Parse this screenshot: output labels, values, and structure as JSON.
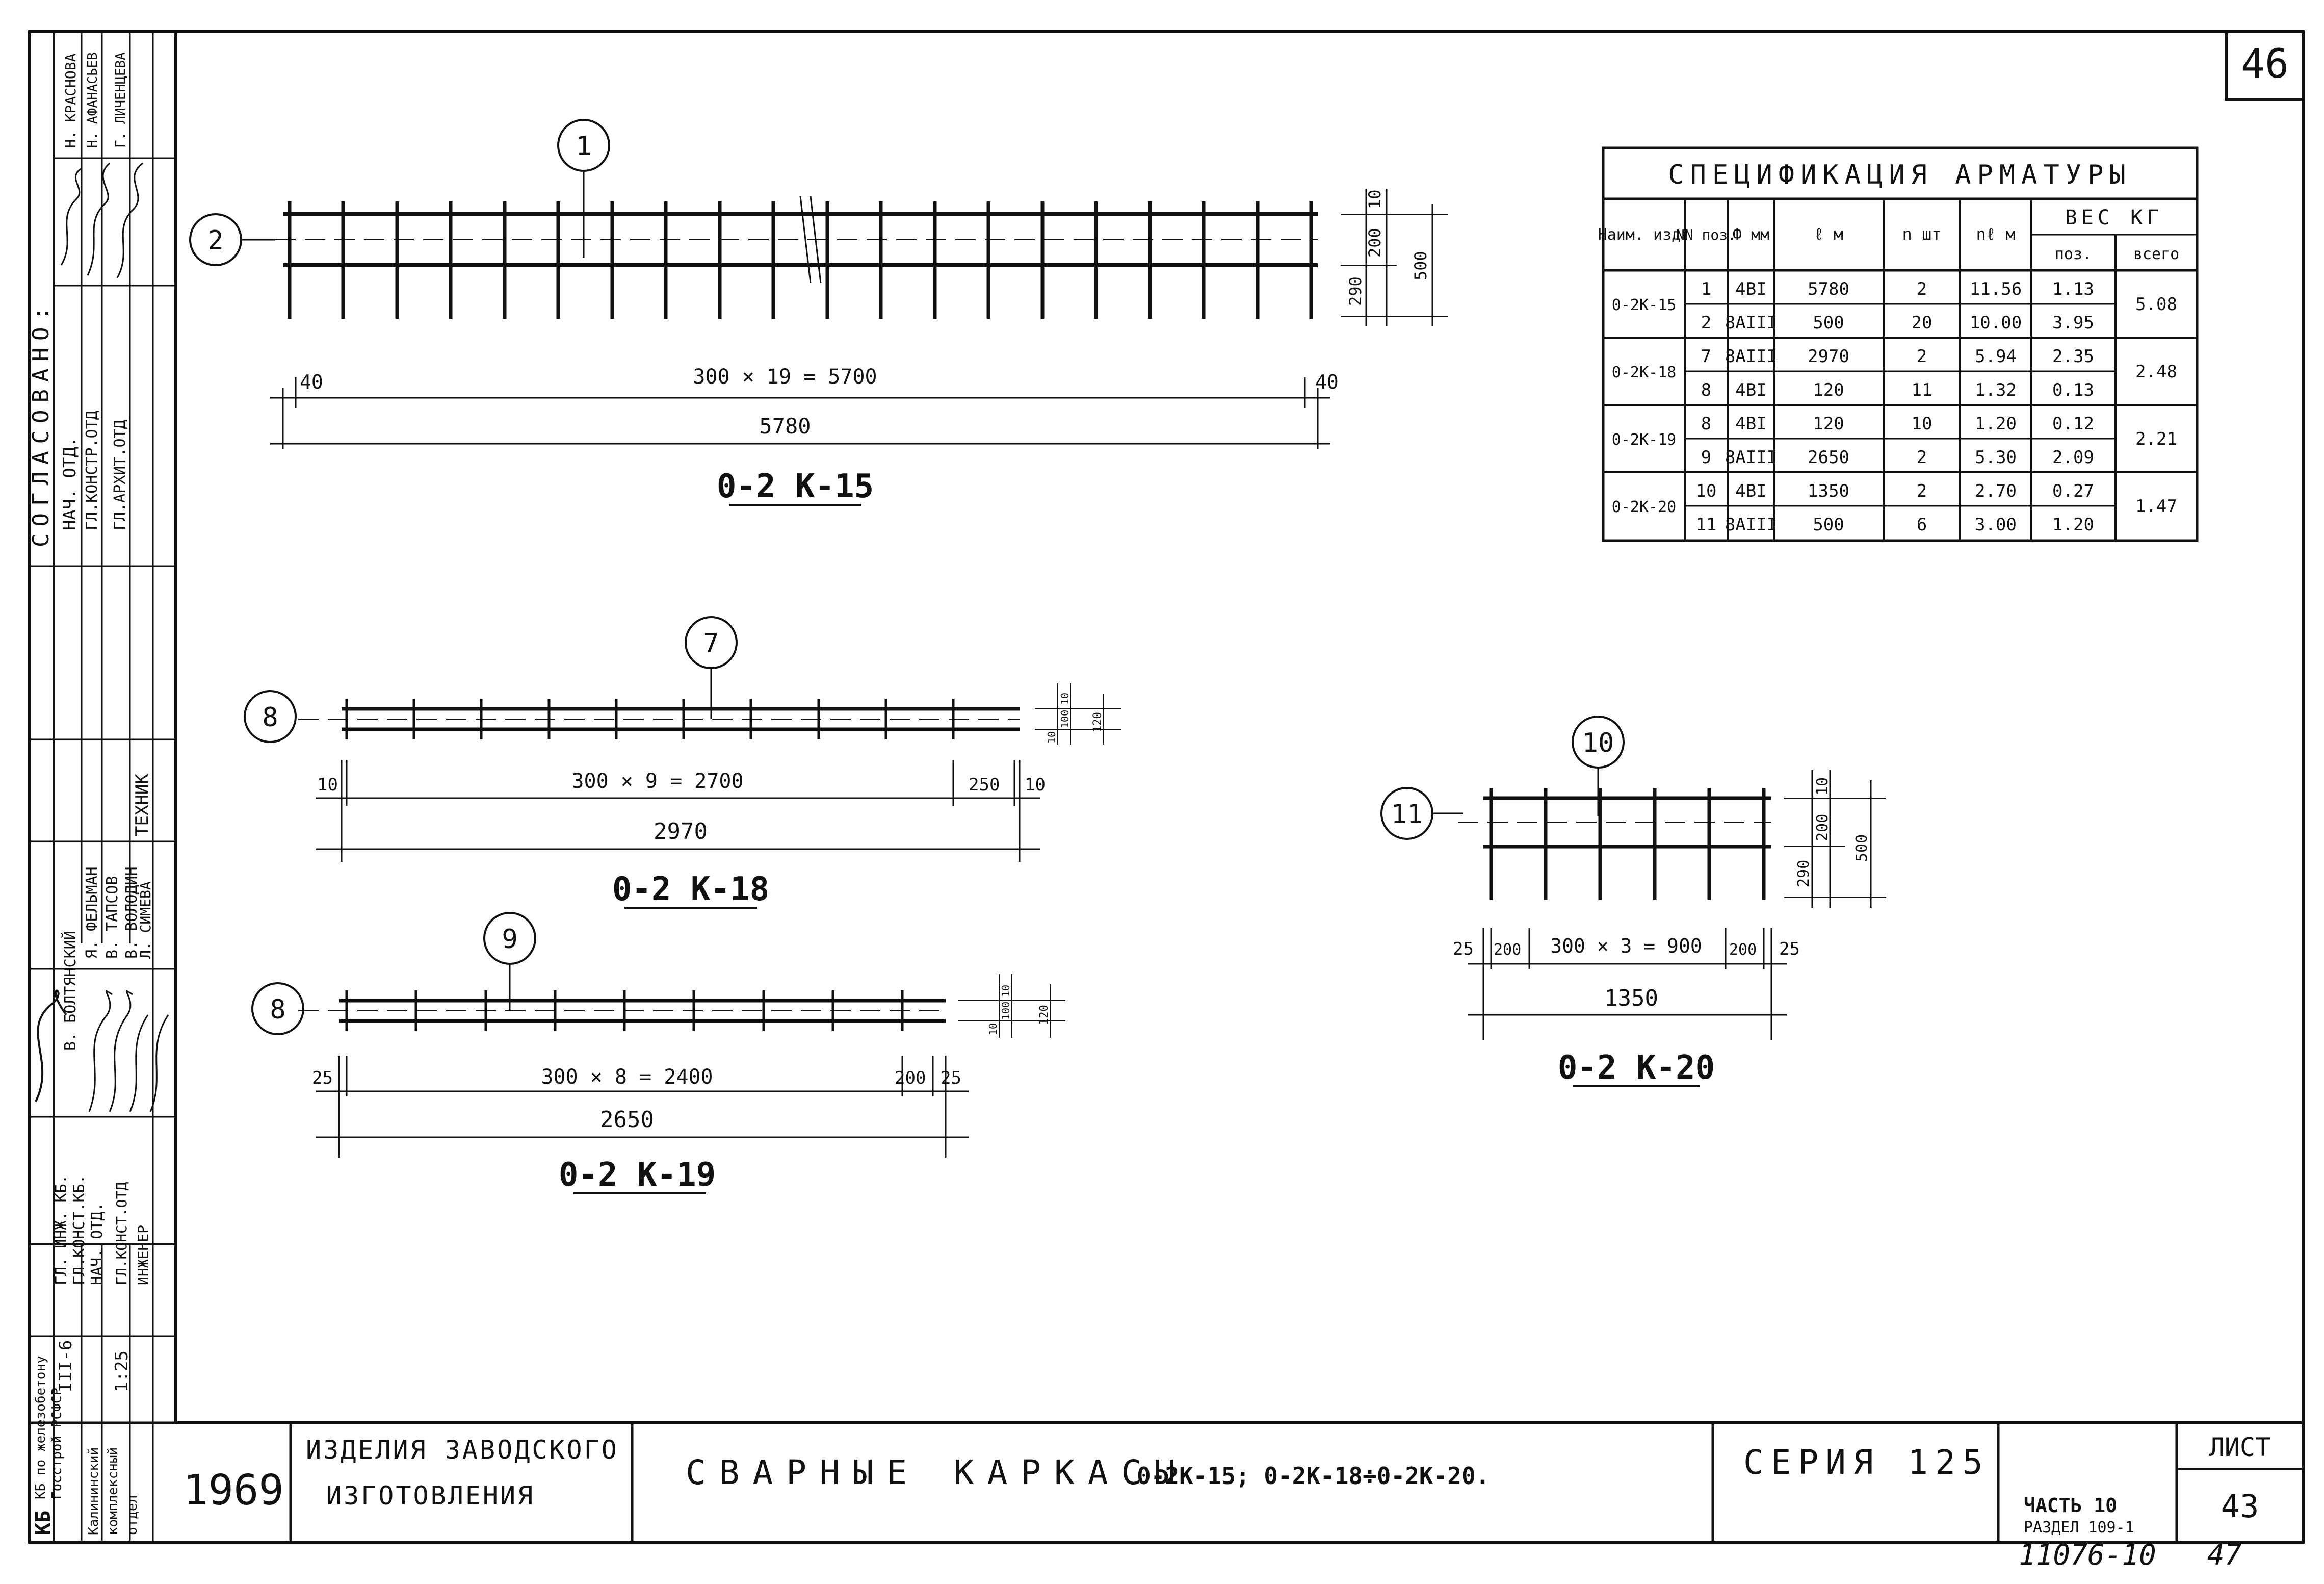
{
  "sheet_number_top": "46",
  "sheet_footer": {
    "doc_number": "11076-10",
    "page": "47"
  },
  "approvals": {
    "header": "СОГЛАСОВАНО:",
    "rows": [
      {
        "role": "НАЧ. ОТД.",
        "name": "Н. КРАСНОВА"
      },
      {
        "role": "ГЛ.КОНСТР.ОТД",
        "name": "Н. АФАНАСЬЕВ"
      },
      {
        "role": "ГЛ.АРХИТ.ОТД",
        "name": "Г. ЛИЧЕНЦЕВА"
      }
    ],
    "tech": "ТЕХНИК"
  },
  "staff": [
    {
      "role": "ГЛ. ИНЖ. КБ.",
      "name": "В. БОЛТЯНСКИЙ"
    },
    {
      "role": "ГЛ.КОНСТ.КБ.",
      "name": "Я. ФЕЛЬМАН"
    },
    {
      "role": "НАЧ. ОТД.",
      "name": "В. ТАПСОВ"
    },
    {
      "role": "ГЛ.КОНСТ.ОТД",
      "name": "В. ВОЛОДИН"
    },
    {
      "role": "ИНЖЕНЕР",
      "name": "Л. СИМЕВА"
    }
  ],
  "side_info": {
    "series_code": "III-6",
    "scale": "1:25"
  },
  "org": {
    "line1": "КБ по железобетону",
    "line2": "Госстрой РСФСР",
    "line3": "Калининский",
    "line4": "комплексный",
    "line5": "отдел",
    "kb": "КБ"
  },
  "title_block": {
    "year": "1969",
    "category_line1": "ИЗДЕЛИЯ ЗАВОДСКОГО",
    "category_line2": "ИЗГОТОВЛЕНИЯ",
    "title": "СВАРНЫЕ КАРКАСЫ",
    "title_codes": "0-2К-15; 0-2К-18÷0-2К-20.",
    "series": "СЕРИЯ 125",
    "part": "ЧАСТЬ 10",
    "section": "РАЗДЕЛ 109-1",
    "sheet_label": "ЛИСТ",
    "sheet_number": "43"
  },
  "spec_table": {
    "title": "СПЕЦИФИКАЦИЯ АРМАТУРЫ",
    "headers": {
      "product": "Наим. изд.",
      "pos": "NN поз.",
      "diam": "Ф мм",
      "length": "ℓ м",
      "count": "n шт",
      "total_length": "nℓ м",
      "weight": "ВЕС КГ",
      "weight_pos": "поз.",
      "weight_total": "всего"
    },
    "groups": [
      {
        "product": "0-2К-15",
        "total": "5.08",
        "rows": [
          {
            "pos": "1",
            "diam": "4BI",
            "length": "5780",
            "count": "2",
            "total_length": "11.56",
            "weight": "1.13"
          },
          {
            "pos": "2",
            "diam": "8AIII",
            "length": "500",
            "count": "20",
            "total_length": "10.00",
            "weight": "3.95"
          }
        ]
      },
      {
        "product": "0-2К-18",
        "total": "2.48",
        "rows": [
          {
            "pos": "7",
            "diam": "8AIII",
            "length": "2970",
            "count": "2",
            "total_length": "5.94",
            "weight": "2.35"
          },
          {
            "pos": "8",
            "diam": "4BI",
            "length": "120",
            "count": "11",
            "total_length": "1.32",
            "weight": "0.13"
          }
        ]
      },
      {
        "product": "0-2К-19",
        "total": "2.21",
        "rows": [
          {
            "pos": "8",
            "diam": "4BI",
            "length": "120",
            "count": "10",
            "total_length": "1.20",
            "weight": "0.12"
          },
          {
            "pos": "9",
            "diam": "8AIII",
            "length": "2650",
            "count": "2",
            "total_length": "5.30",
            "weight": "2.09"
          }
        ]
      },
      {
        "product": "0-2К-20",
        "total": "1.47",
        "rows": [
          {
            "pos": "10",
            "diam": "4BI",
            "length": "1350",
            "count": "2",
            "total_length": "2.70",
            "weight": "0.27"
          },
          {
            "pos": "11",
            "diam": "8AIII",
            "length": "500",
            "count": "6",
            "total_length": "3.00",
            "weight": "1.20"
          }
        ]
      }
    ]
  },
  "frames": {
    "k15": {
      "label": "0-2 К-15",
      "longitudinal_pos": "1",
      "cross_pos": "2",
      "dim_span": "300 × 19 = 5700",
      "dim_total": "5780",
      "dim_left": "40",
      "dim_right": "40",
      "dim_top": "10",
      "dim_mid": "200",
      "dim_bottom": "290",
      "dim_height": "500"
    },
    "k18": {
      "label": "0-2 К-18",
      "longitudinal_pos": "7",
      "cross_pos": "8",
      "dim_span": "300 × 9 = 2700",
      "dim_total": "2970",
      "dim_left": "10",
      "dim_end": "250",
      "dim_right": "10",
      "dim_top": "10",
      "dim_mid": "100",
      "dim_bottom": "10",
      "dim_height": "120"
    },
    "k19": {
      "label": "0-2 К-19",
      "longitudinal_pos": "9",
      "cross_pos": "8",
      "dim_span": "300 × 8 = 2400",
      "dim_total": "2650",
      "dim_left": "25",
      "dim_end": "200",
      "dim_right": "25",
      "dim_top": "10",
      "dim_mid": "100",
      "dim_bottom": "10",
      "dim_height": "120"
    },
    "k20": {
      "label": "0-2 К-20",
      "longitudinal_pos": "10",
      "cross_pos": "11",
      "dim_span": "300 × 3 = 900",
      "dim_total": "1350",
      "dim_left": "25",
      "dim_start": "200",
      "dim_end": "200",
      "dim_right": "25",
      "dim_top": "10",
      "dim_mid": "200",
      "dim_bottom": "290",
      "dim_height": "500"
    }
  }
}
